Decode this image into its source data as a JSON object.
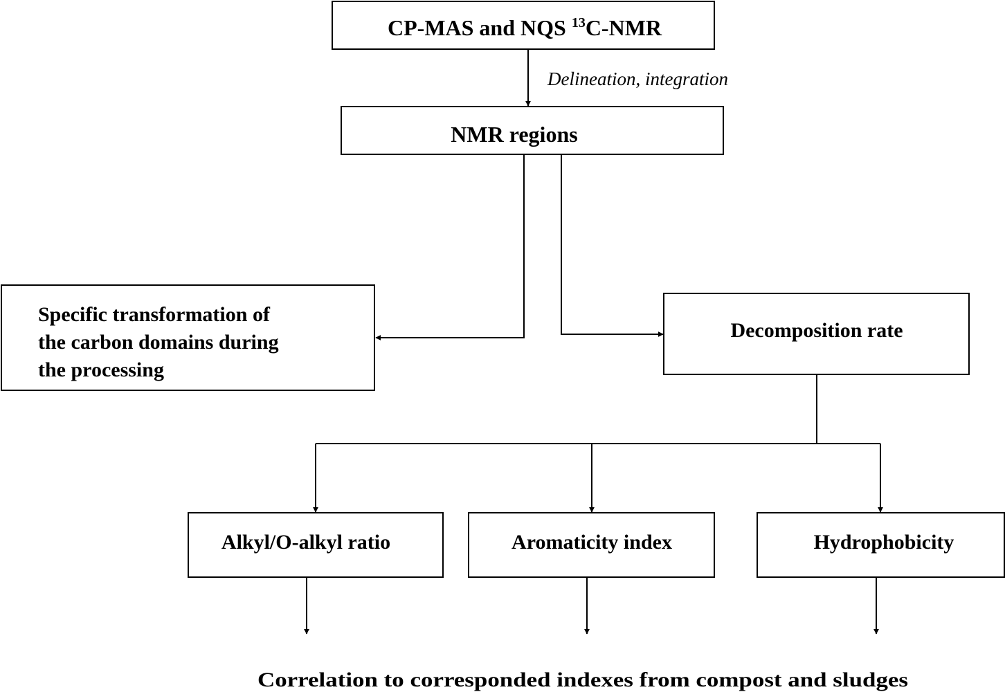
{
  "diagram": {
    "nodes": {
      "nmr_methods": {
        "text_main": "CP-MAS and  NQS ",
        "superscript": "13",
        "text_suffix": "C-NMR"
      },
      "nmr_regions": {
        "label": "NMR regions"
      },
      "specific_transformation": {
        "line1": "Specific transformation of",
        "line2": "the carbon domains during",
        "line3": "the processing"
      },
      "decomposition_rate": {
        "label": "Decomposition rate"
      },
      "alkyl_ratio": {
        "label": "Alkyl/O-alkyl ratio"
      },
      "aromaticity_index": {
        "label": "Aromaticity index"
      },
      "hydrophobicity": {
        "label": "Hydrophobicity"
      },
      "correlation": {
        "label": "Correlation  to corresponded indexes from compost and sludges"
      }
    },
    "edges": {
      "methods_to_regions": {
        "label": "Delineation, integration"
      }
    }
  }
}
